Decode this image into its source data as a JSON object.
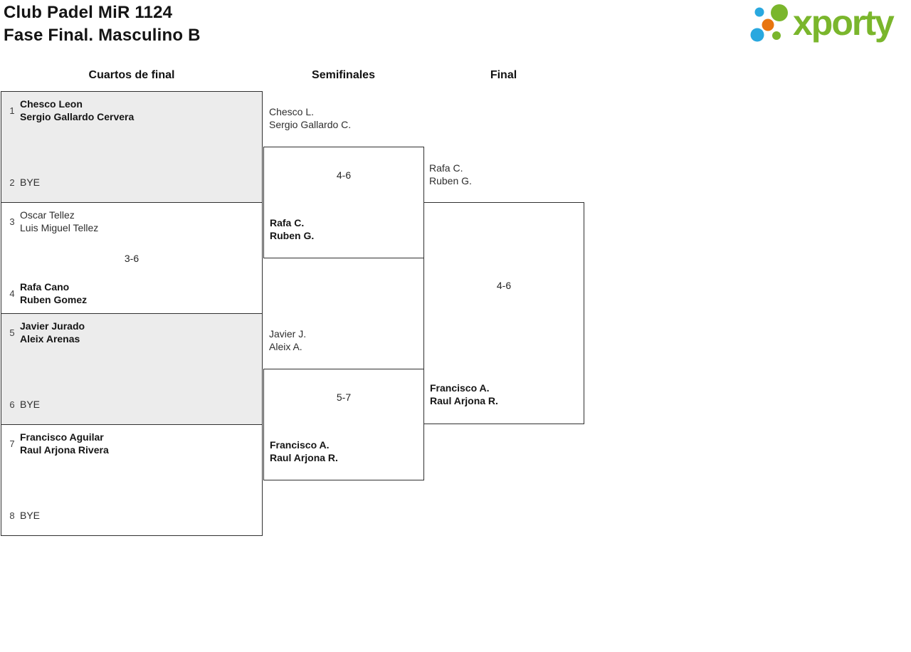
{
  "page": {
    "title_line1": "Club Padel MiR 1124",
    "title_line2": "Fase Final. Masculino B"
  },
  "logo": {
    "text": "xporty",
    "colors": {
      "green": "#7ab62c",
      "blue": "#29a8df",
      "orange": "#e8750f"
    }
  },
  "round_headers": {
    "quarterfinals": "Cuartos de final",
    "semifinals": "Semifinales",
    "final": "Final"
  },
  "bracket": {
    "quarterfinals": [
      {
        "top": {
          "seed": "1",
          "name1": "Chesco Leon",
          "name2": "Sergio Gallardo Cervera",
          "result": "winner"
        },
        "score": "",
        "bottom": {
          "seed": "2",
          "name1": "BYE",
          "name2": "",
          "result": "bye"
        }
      },
      {
        "top": {
          "seed": "3",
          "name1": "Oscar Tellez",
          "name2": "Luis Miguel Tellez",
          "result": "loser"
        },
        "score": "3-6",
        "bottom": {
          "seed": "4",
          "name1": "Rafa Cano",
          "name2": "Ruben Gomez",
          "result": "winner"
        }
      },
      {
        "top": {
          "seed": "5",
          "name1": "Javier Jurado",
          "name2": "Aleix Arenas",
          "result": "winner"
        },
        "score": "",
        "bottom": {
          "seed": "6",
          "name1": "BYE",
          "name2": "",
          "result": "bye"
        }
      },
      {
        "top": {
          "seed": "7",
          "name1": "Francisco Aguilar",
          "name2": "Raul Arjona Rivera",
          "result": "winner"
        },
        "score": "",
        "bottom": {
          "seed": "8",
          "name1": "BYE",
          "name2": "",
          "result": "bye"
        }
      }
    ],
    "semifinals": [
      {
        "top": {
          "name1": "Chesco L.",
          "name2": "Sergio Gallardo C.",
          "result": "loser"
        },
        "score": "4-6",
        "bottom": {
          "name1": "Rafa C.",
          "name2": "Ruben G.",
          "result": "winner"
        }
      },
      {
        "top": {
          "name1": "Javier J.",
          "name2": "Aleix A.",
          "result": "loser"
        },
        "score": "5-7",
        "bottom": {
          "name1": "Francisco A.",
          "name2": "Raul Arjona R.",
          "result": "winner"
        }
      }
    ],
    "final": {
      "top": {
        "name1": "Rafa C.",
        "name2": "Ruben G.",
        "result": "loser"
      },
      "score": "4-6",
      "bottom": {
        "name1": "Francisco A.",
        "name2": "Raul Arjona R.",
        "result": "winner"
      }
    }
  }
}
